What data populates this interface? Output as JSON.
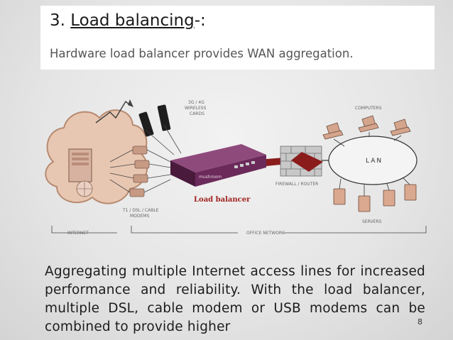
{
  "slide": {
    "title_prefix": "3. ",
    "title_main": "Load balancing",
    "title_suffix": "-:",
    "subtitle": "Hardware load balancer provides WAN aggregation.",
    "body": "Aggregating multiple Internet access lines for increased performance and reliability. With the load balancer, multiple DSL, cable modem or USB modems can be combined to provide higher",
    "page_number": "8"
  },
  "diagram": {
    "labels": {
      "wireless": [
        "3G / 4G",
        "WIRELESS",
        "CARDS"
      ],
      "computers": "COMPUTERS",
      "lan": "LAN",
      "firewall": "FIREWALL / ROUTER",
      "servers": "SERVERS",
      "modems": [
        "T1 / DSL / CABLE",
        "MODEMS"
      ],
      "internet": "INTERNET",
      "office_network": "OFFICE NETWORK",
      "load_balancer": "Load balancer",
      "device_brand": "mushroom"
    },
    "colors": {
      "device": "#6b2a5a",
      "accent": "#a0211e"
    }
  }
}
